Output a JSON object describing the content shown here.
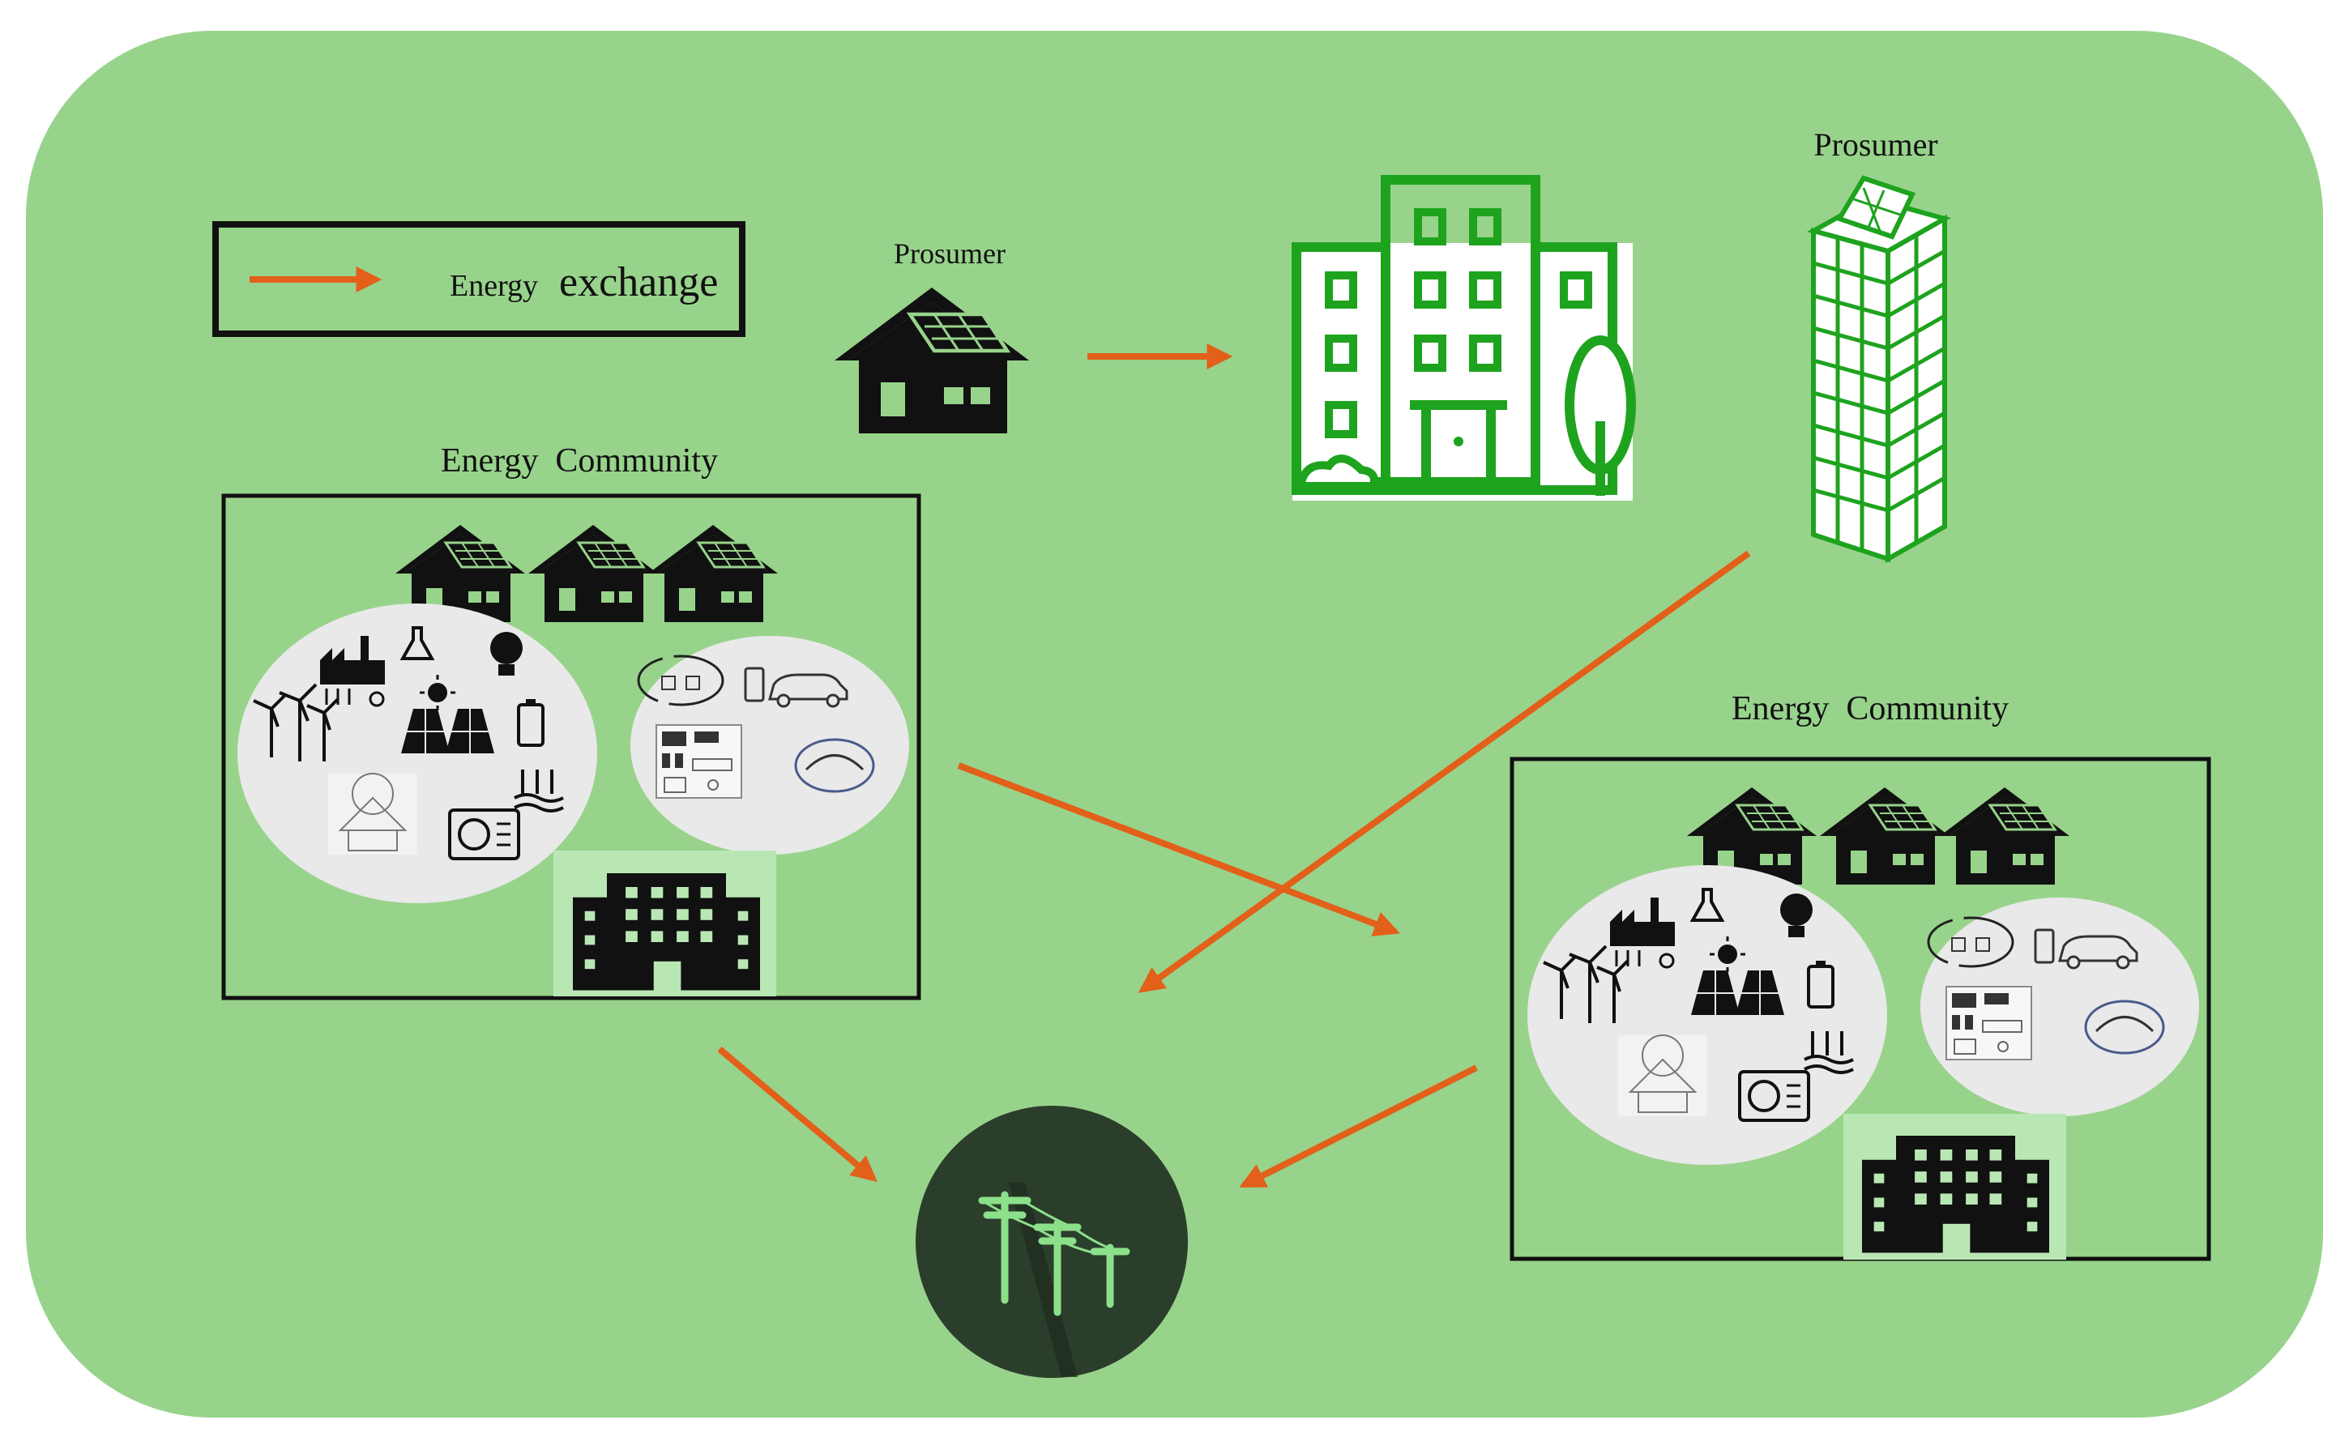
{
  "legend": {
    "label_prefix": "Energy",
    "label_suffix": "exchange",
    "arrow_icon": "orange-arrow-icon"
  },
  "labels": {
    "prosumer_house": "Prosumer",
    "prosumer_tower": "Prosumer",
    "community_left": "Energy  Community",
    "community_right": "Energy  Community"
  },
  "colors": {
    "background": "#98d38b",
    "arrow": "#e2601a",
    "building_green": "#1ea31e",
    "dark": "#111111",
    "ellipse": "#e9e9e9",
    "building_tile": "#b9e7b4",
    "grid_circle": "#2b3d2b",
    "pole": "#8ce08a"
  },
  "icons": [
    "house-solar-icon",
    "office-building-icon",
    "skyscraper-solar-icon",
    "wind-turbine-icon",
    "factory-icon",
    "solar-panel-icon",
    "battery-icon",
    "electric-car-icon",
    "heat-pump-icon",
    "power-grid-icon"
  ]
}
